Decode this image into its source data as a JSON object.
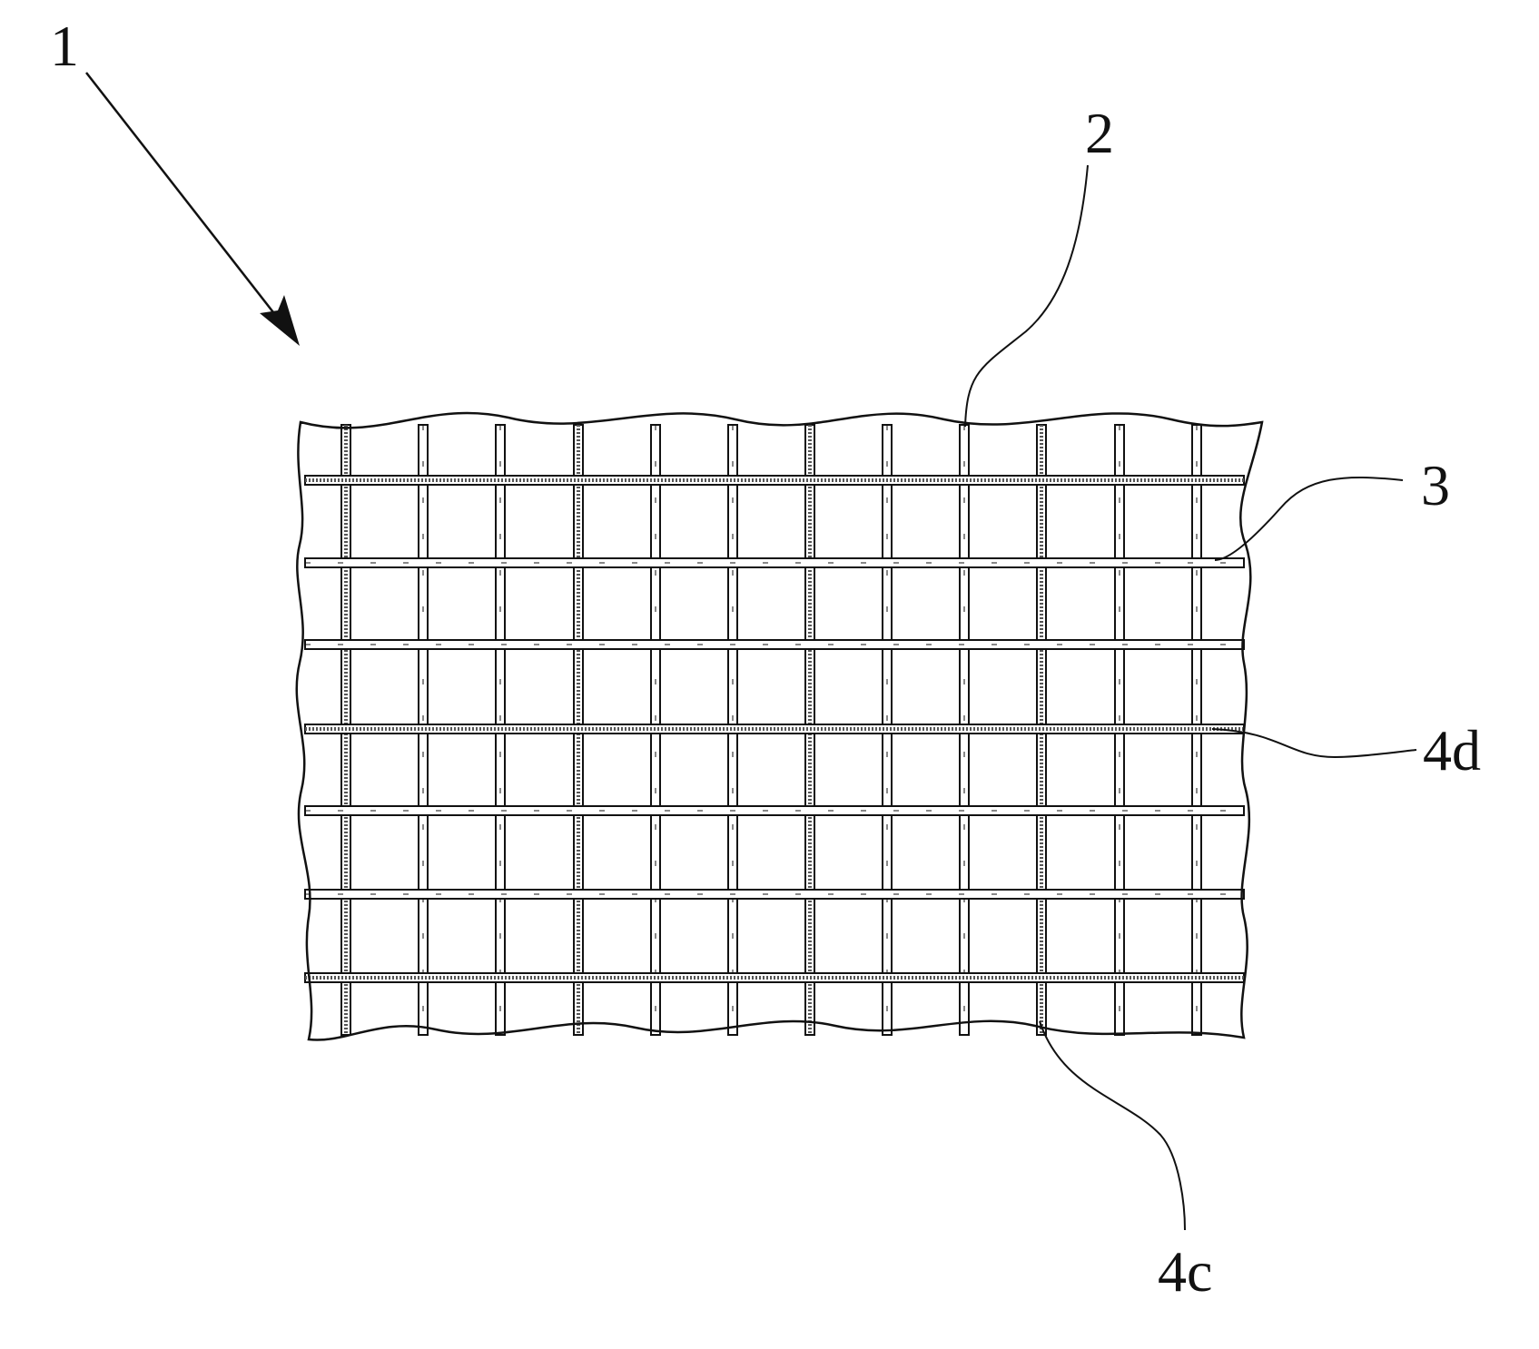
{
  "figure": {
    "labels": {
      "ref_1": "1",
      "ref_2": "2",
      "ref_3": "3",
      "ref_4d": "4d",
      "ref_4c": "4c"
    },
    "colors": {
      "ink": "#111111",
      "paper": "#ffffff",
      "dotted_fill": "#555555"
    }
  }
}
